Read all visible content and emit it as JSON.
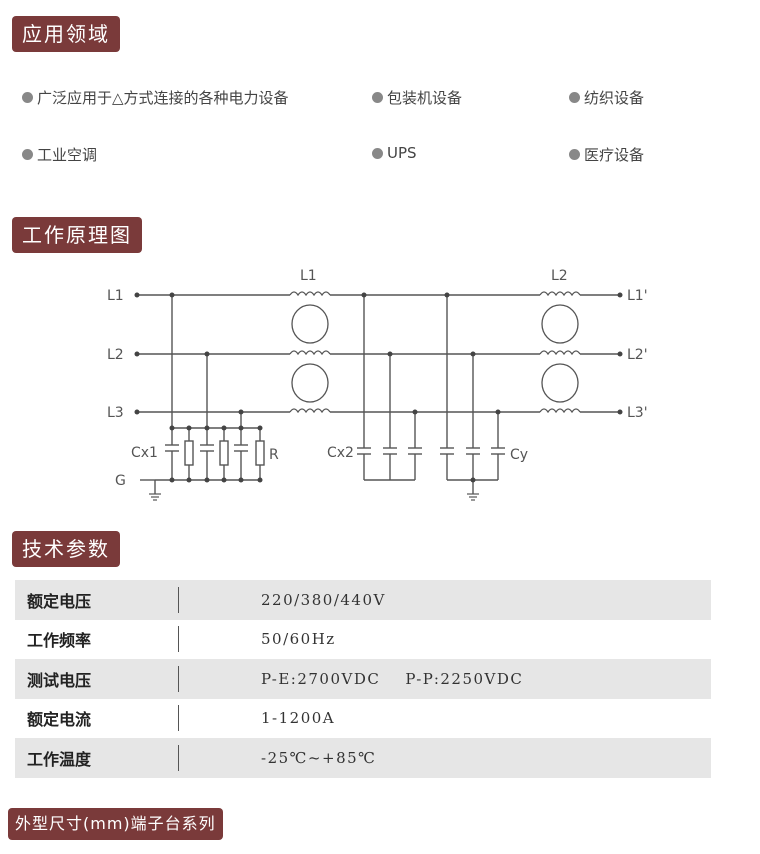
{
  "sections": {
    "applications": "应用领域",
    "principle": "工作原理图",
    "specs": "技术参数",
    "dimensions": "外型尺寸(mm)端子台系列"
  },
  "applications": [
    "广泛应用于△方式连接的各种电力设备",
    "包装机设备",
    "纺织设备",
    "工业空调",
    "UPS",
    "医疗设备"
  ],
  "diagram": {
    "inputs": [
      "L1",
      "L2",
      "L3"
    ],
    "outputs": [
      "L1'",
      "L2'",
      "L3'"
    ],
    "ground": "G",
    "chokes": [
      "L1",
      "L2"
    ],
    "components": {
      "cx1": "Cx1",
      "r": "R",
      "cx2": "Cx2",
      "cy": "Cy"
    }
  },
  "specs": [
    {
      "label": "额定电压",
      "value": "220/380/440V"
    },
    {
      "label": "工作频率",
      "value": "50/60Hz"
    },
    {
      "label": "测试电压",
      "value": "P-E:2700VDC    P-P:2250VDC"
    },
    {
      "label": "额定电流",
      "value": "1-1200A"
    },
    {
      "label": "工作温度",
      "value": "-25℃~+85℃"
    }
  ],
  "colors": {
    "badge": "#7a3a3a",
    "row_shade": "#e6e6e6",
    "bullet": "#888888"
  }
}
